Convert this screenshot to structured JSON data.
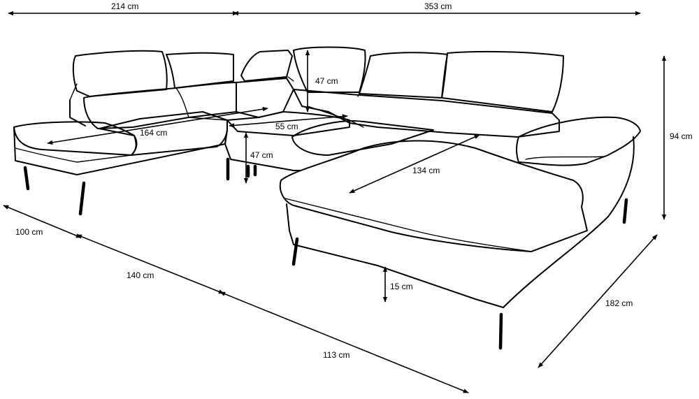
{
  "labels": {
    "top_left_width": "214 cm",
    "top_right_width": "353 cm",
    "headrest_height": "47 cm",
    "left_seat_length": "164 cm",
    "center_seat_depth": "55 cm",
    "seat_height": "47 cm",
    "right_chaise_length": "134 cm",
    "total_height": "94 cm",
    "left_depth": "100 cm",
    "left_section_length": "140 cm",
    "leg_height": "15 cm",
    "front_section_length": "113 cm",
    "right_depth": "182 cm"
  },
  "colors": {
    "line": "#000000",
    "background": "#ffffff"
  }
}
